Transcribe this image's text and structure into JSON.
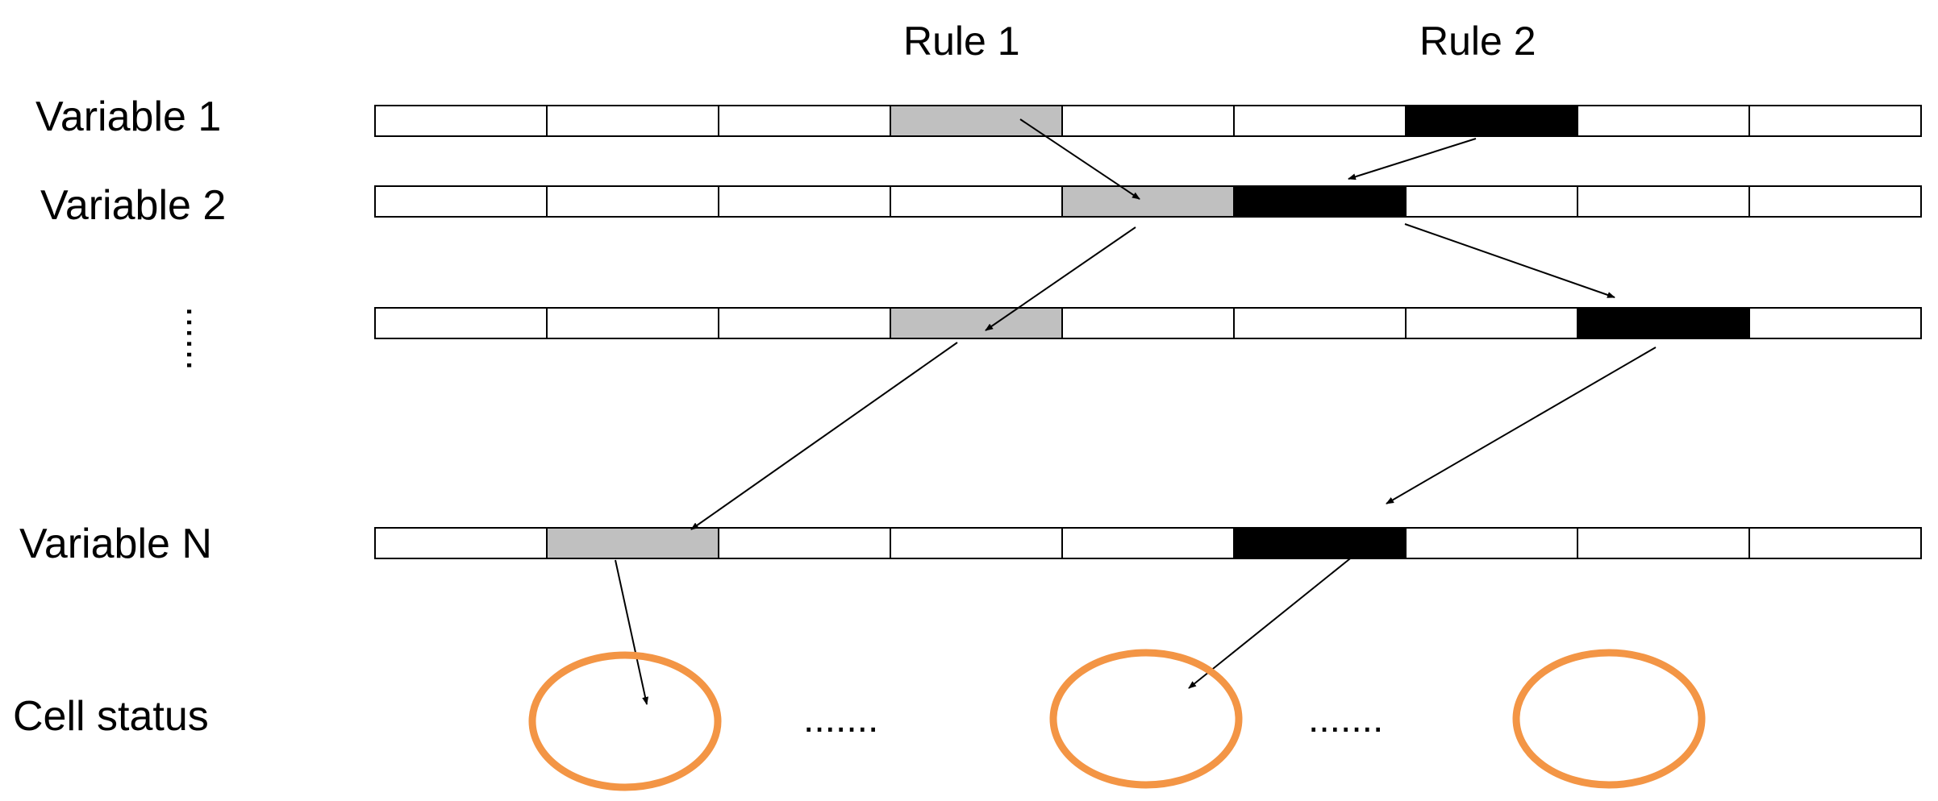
{
  "title": "",
  "rule_labels": [
    "Rule 1",
    "Rule 2"
  ],
  "row_labels": [
    "Variable 1",
    "Variable 2",
    "",
    "Variable N"
  ],
  "vertical_ellipsis": "......",
  "cell_status_label": "Cell status",
  "cells_per_row": 9,
  "rows": [
    {
      "name": "variable-1",
      "rule1_cell": 3,
      "rule2_cell": 6
    },
    {
      "name": "variable-2",
      "rule1_cell": 4,
      "rule2_cell": 5
    },
    {
      "name": "variable-ellipsis-row",
      "rule1_cell": 3,
      "rule2_cell": 7
    },
    {
      "name": "variable-n",
      "rule1_cell": 1,
      "rule2_cell": 5
    }
  ],
  "cell_states_count": 3,
  "state_separators": [
    ".......",
    "......."
  ],
  "colors": {
    "rule1_fill": "#c0c0c0",
    "rule2_fill": "#000000",
    "empty_fill": "#ffffff",
    "state_stroke": "#f39545",
    "line": "#000000"
  }
}
